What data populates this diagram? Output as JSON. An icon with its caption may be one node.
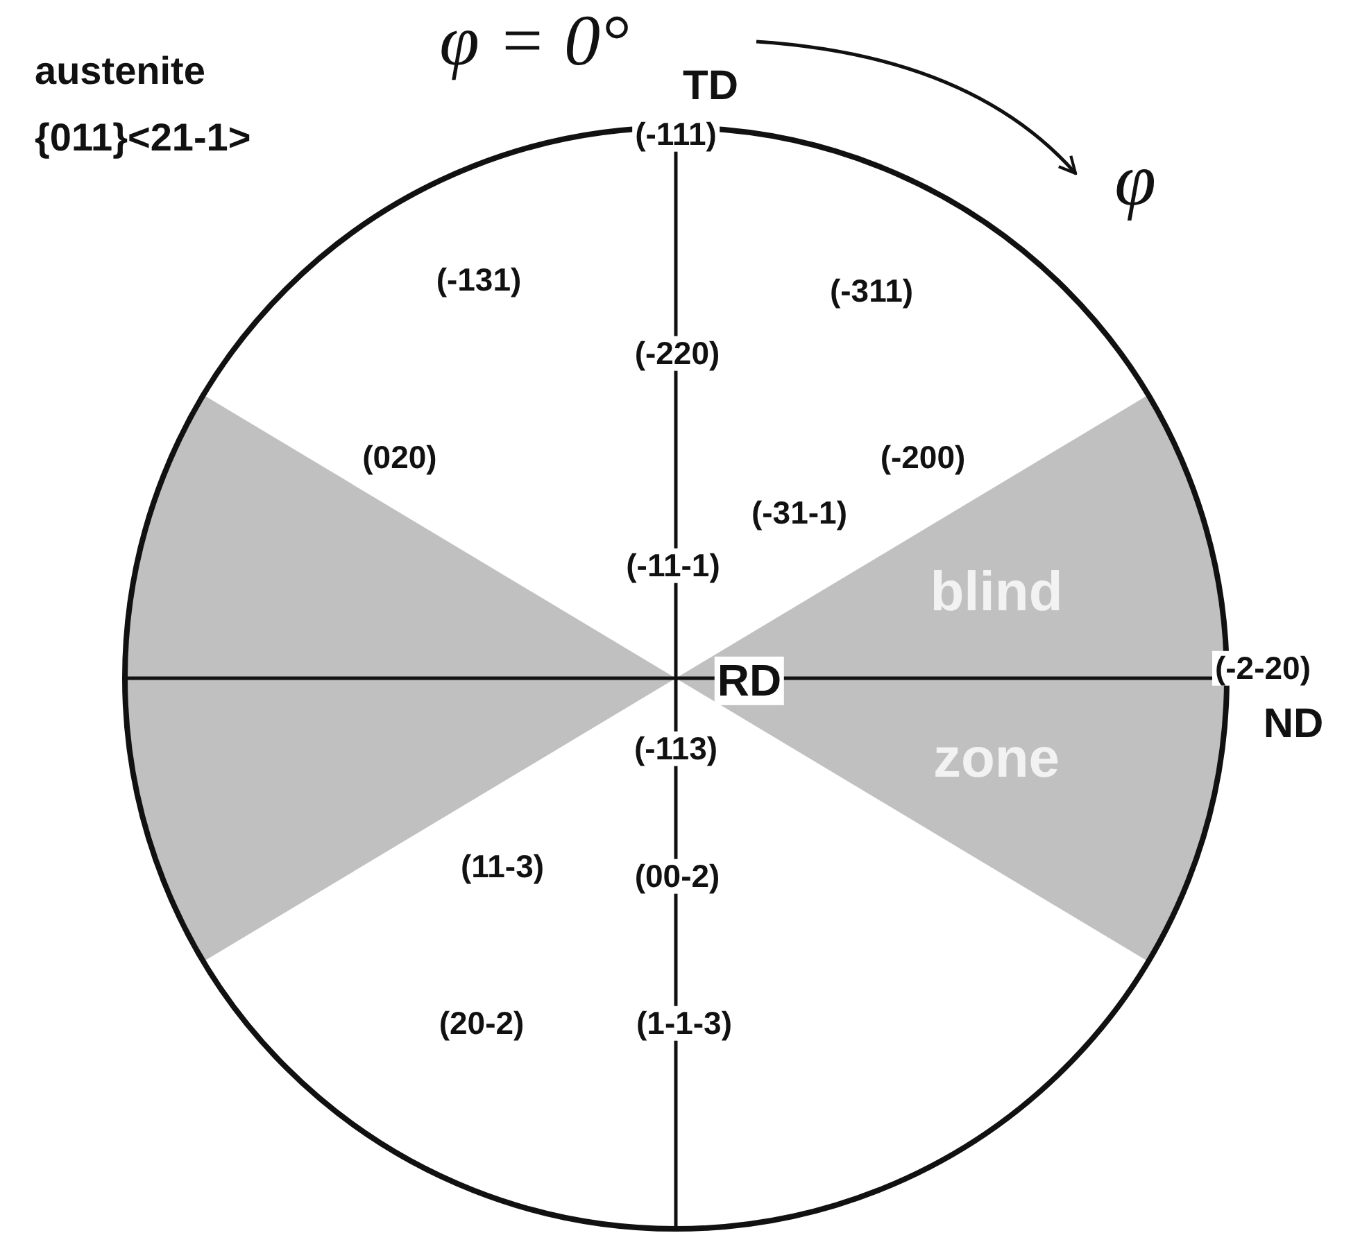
{
  "diagram": {
    "labels": [
      "austenite",
      "{011}<21-1>",
      "φ = 0°",
      "TD",
      "(-111)",
      "φ",
      "(-131)",
      "(-311)",
      "(-220)",
      "(020)",
      "(-200)",
      "(-31-1)",
      "(-11-1)",
      "blind zone",
      "RD",
      "(-2-20)",
      "ND",
      "(-113)",
      "(11-3)",
      "(00-2)",
      "(20-2)",
      "(1-1-3)"
    ]
  }
}
